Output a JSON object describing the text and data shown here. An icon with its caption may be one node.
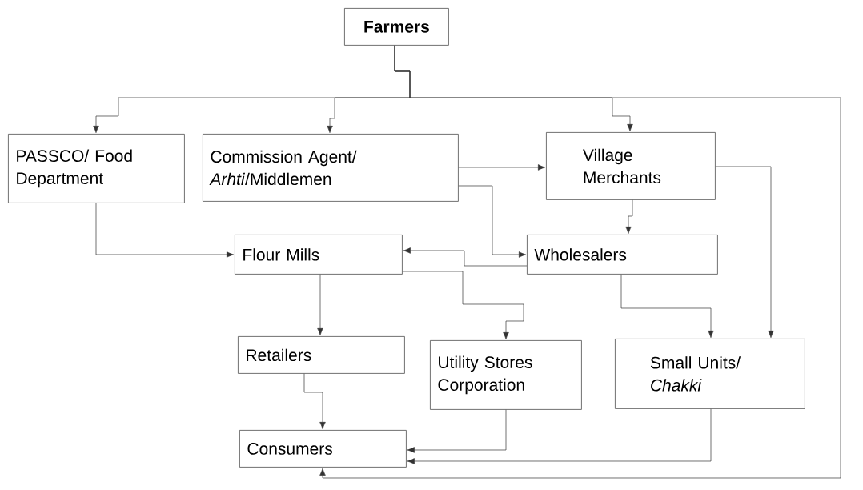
{
  "diagram": {
    "nodes": [
      {
        "text": [
          "Farmers"
        ]
      },
      {
        "text": [
          "PASSCO/ Food Department"
        ]
      },
      {
        "text": [
          "Commission Agent/ *Arhti*/Middlemen"
        ]
      },
      {
        "text": [
          "Village Merchants"
        ]
      },
      {
        "text": [
          "Flour Mills"
        ]
      },
      {
        "text": [
          "Wholesalers"
        ]
      },
      {
        "text": [
          "Retailers"
        ]
      },
      {
        "text": [
          "Utility Stores Corporation"
        ]
      },
      {
        "text": [
          "Small Units/ *Chakki*"
        ]
      },
      {
        "text": [
          "Consumers"
        ]
      }
    ],
    "edges": [
      {
        "from": 0,
        "to": 1,
        "arrow": "to"
      },
      {
        "from": 0,
        "to": 2,
        "arrow": "to"
      },
      {
        "from": 0,
        "to": 3,
        "arrow": "to"
      },
      {
        "from": 0,
        "to": 9,
        "arrow": "to"
      },
      {
        "from": 1,
        "to": 4,
        "arrow": "to"
      },
      {
        "from": 2,
        "to": 3,
        "arrow": "to"
      },
      {
        "from": 2,
        "to": 5,
        "arrow": "to"
      },
      {
        "from": 3,
        "to": 5,
        "arrow": "to"
      },
      {
        "from": 3,
        "to": 8,
        "arrow": "to"
      },
      {
        "from": 5,
        "to": 4,
        "arrow": "to"
      },
      {
        "from": 4,
        "to": 6,
        "arrow": "to"
      },
      {
        "from": 4,
        "to": 7,
        "arrow": "to"
      },
      {
        "from": 5,
        "to": 8,
        "arrow": "to"
      },
      {
        "from": 6,
        "to": 9,
        "arrow": "to"
      },
      {
        "from": 7,
        "to": 9,
        "arrow": "to"
      },
      {
        "from": 8,
        "to": 9,
        "arrow": "to"
      }
    ]
  }
}
